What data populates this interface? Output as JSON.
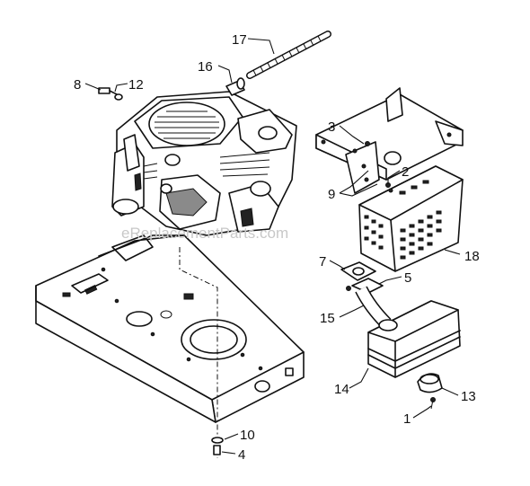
{
  "watermark": "eReplacementParts.com",
  "callouts": {
    "c1": "1",
    "c2": "2",
    "c3": "3",
    "c4": "4",
    "c5": "5",
    "c7": "7",
    "c8": "8",
    "c9": "9",
    "c10": "10",
    "c12": "12",
    "c13": "13",
    "c14": "14",
    "c15": "15",
    "c16": "16",
    "c17": "17",
    "c18": "18"
  }
}
